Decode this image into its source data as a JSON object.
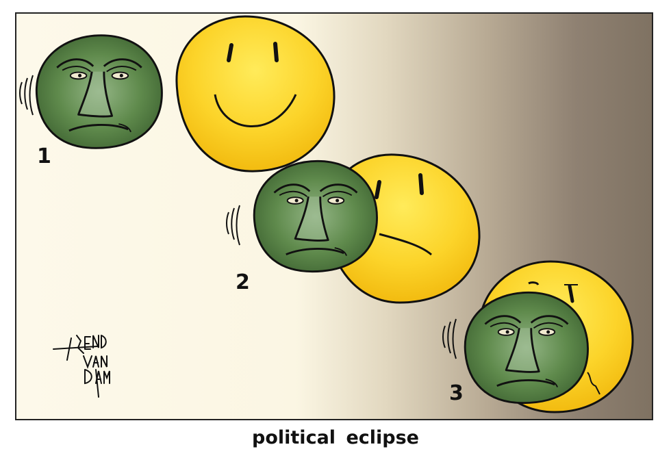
{
  "panel_labels": [
    "1",
    "2",
    "3"
  ],
  "caption": "political eclipse",
  "signature_text": "AREND VAN DAM",
  "colors": {
    "smiley": "#f6c51e",
    "green_face": "#4f7a3d",
    "outline": "#111111"
  }
}
